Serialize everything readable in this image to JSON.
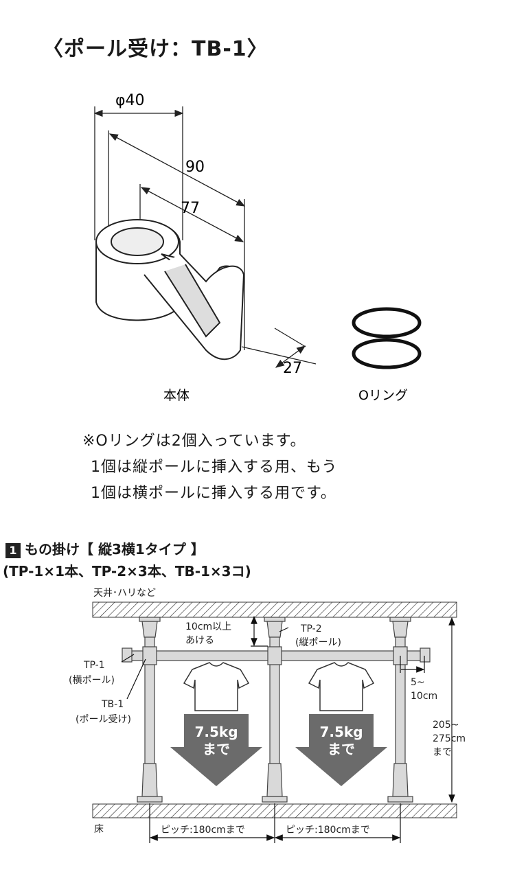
{
  "title": "〈ポール受け：TB-1〉",
  "part_drawing": {
    "dim_diameter": "φ40",
    "dim_90": "90",
    "dim_77": "77",
    "dim_27": "27",
    "body_label": "本体",
    "oring_label": "Oリング"
  },
  "note": {
    "lines": [
      "※Oリングは2個入っています。",
      "1個は縦ポールに挿入する用、もう",
      "1個は横ポールに挿入する用です。"
    ]
  },
  "section": {
    "number": "1",
    "heading": "もの掛け【 縦3横1タイプ 】",
    "subheading": "(TP-1×1本、TP-2×3本、TB-1×3コ)"
  },
  "install_diagram": {
    "ceiling_label": "天井･ハリなど",
    "clearance_label_1": "10cm以上",
    "clearance_label_2": "あける",
    "tp2_label": "TP-2",
    "tp2_desc": "(縦ポール)",
    "tp1_label": "TP-1",
    "tp1_desc": "(横ポール)",
    "tb1_label": "TB-1",
    "tb1_desc": "(ポール受け)",
    "overhang_label_1": "5~",
    "overhang_label_2": "10cm",
    "height_label_1": "205~",
    "height_label_2": "275cm",
    "height_label_3": "まで",
    "load_1_line1": "7.5kg",
    "load_1_line2": "まで",
    "load_2_line1": "7.5kg",
    "load_2_line2": "まで",
    "floor_label": "床",
    "pitch_1": "ピッチ:180cmまで",
    "pitch_2": "ピッチ:180cmまで"
  }
}
